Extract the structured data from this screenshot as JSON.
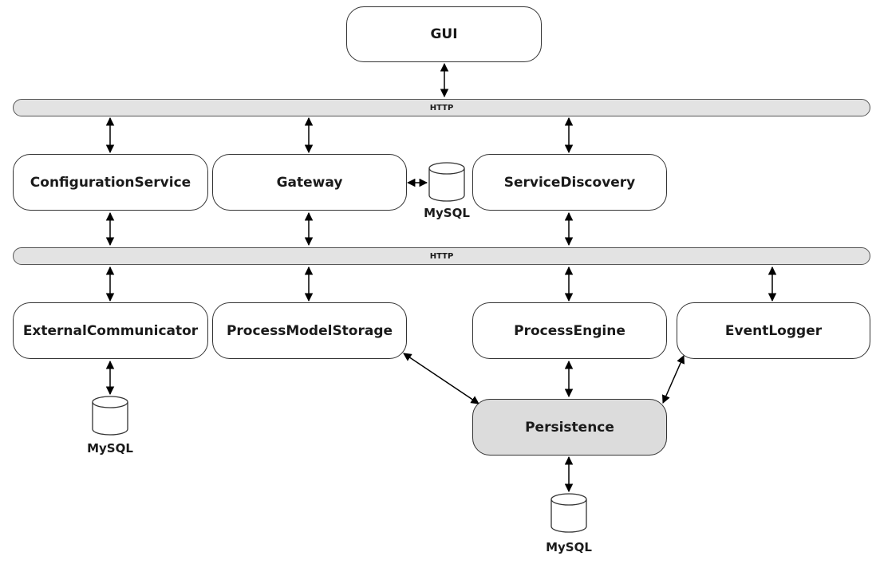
{
  "components": {
    "gui": "GUI",
    "configuration_service": "ConfigurationService",
    "gateway": "Gateway",
    "service_discovery": "ServiceDiscovery",
    "external_communicator": "ExternalCommunicator",
    "process_model_storage": "ProcessModelStorage",
    "process_engine": "ProcessEngine",
    "event_logger": "EventLogger",
    "persistence": "Persistence"
  },
  "buses": {
    "top": "HTTP",
    "middle": "HTTP"
  },
  "databases": {
    "gateway_db": "MySQL",
    "external_communicator_db": "MySQL",
    "persistence_db": "MySQL"
  },
  "colors": {
    "bus_fill": "#e3e3e3",
    "persistence_fill": "#dcdcdc",
    "line": "#000000"
  }
}
